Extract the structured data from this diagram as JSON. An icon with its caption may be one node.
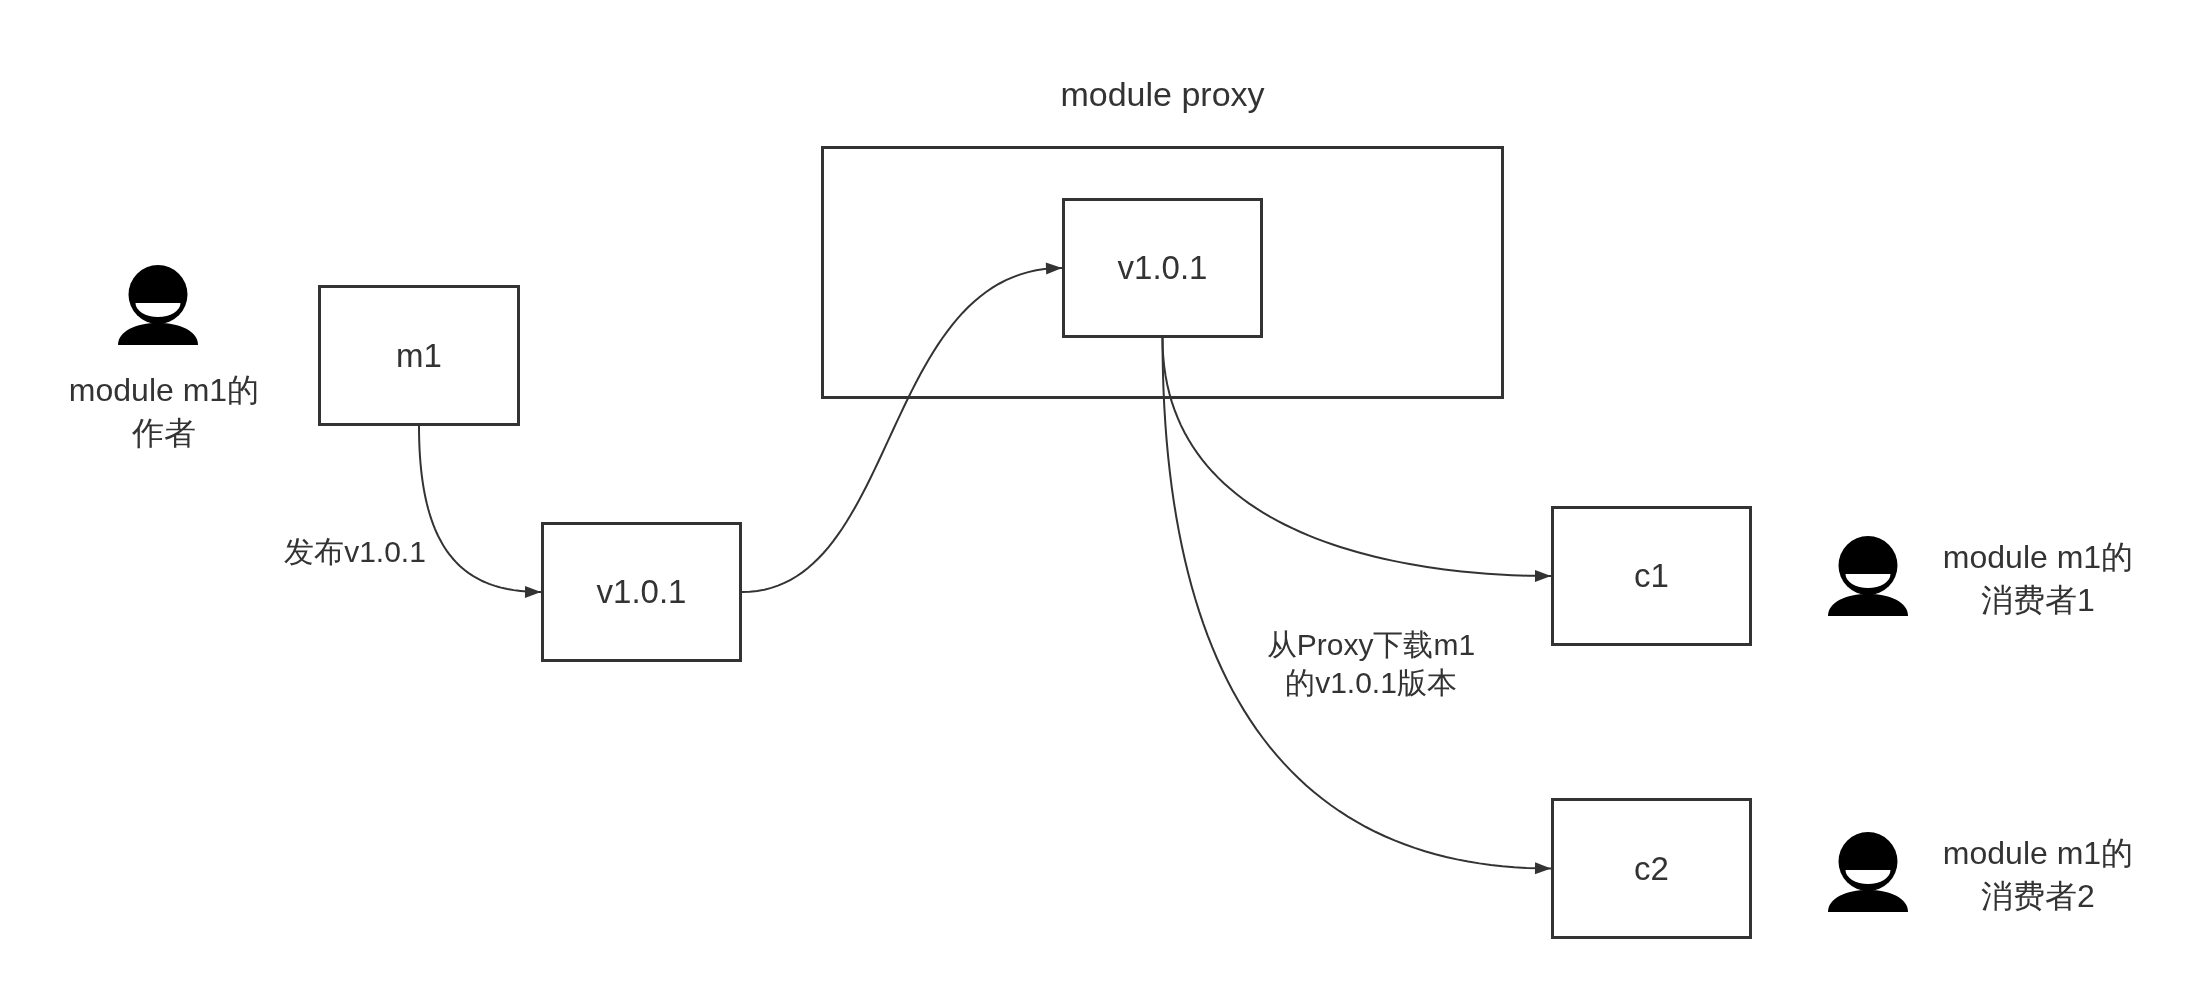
{
  "diagram": {
    "nodes": [
      {
        "text": [
          "module proxy"
        ]
      },
      {
        "text": [
          "v1.0.1"
        ],
        "in": 0
      },
      {
        "text": [
          "m1"
        ]
      },
      {
        "text": [
          "v1.0.1"
        ]
      },
      {
        "text": [
          "c1"
        ]
      },
      {
        "text": [
          "c2"
        ]
      }
    ],
    "edges": [
      {
        "from": 2,
        "to": 3,
        "arrow": "to",
        "label": "发布v1.0.1"
      },
      {
        "from": 3,
        "to": 1,
        "arrow": "to"
      },
      {
        "from": 1,
        "to": 4,
        "arrow": "to"
      },
      {
        "from": 1,
        "to": 5,
        "arrow": "to",
        "label": "从Proxy下载m1的v1.0.1版本"
      }
    ],
    "labels": [
      "module m1的作者",
      "module m1的消费者1",
      "module m1的消费者2"
    ]
  }
}
